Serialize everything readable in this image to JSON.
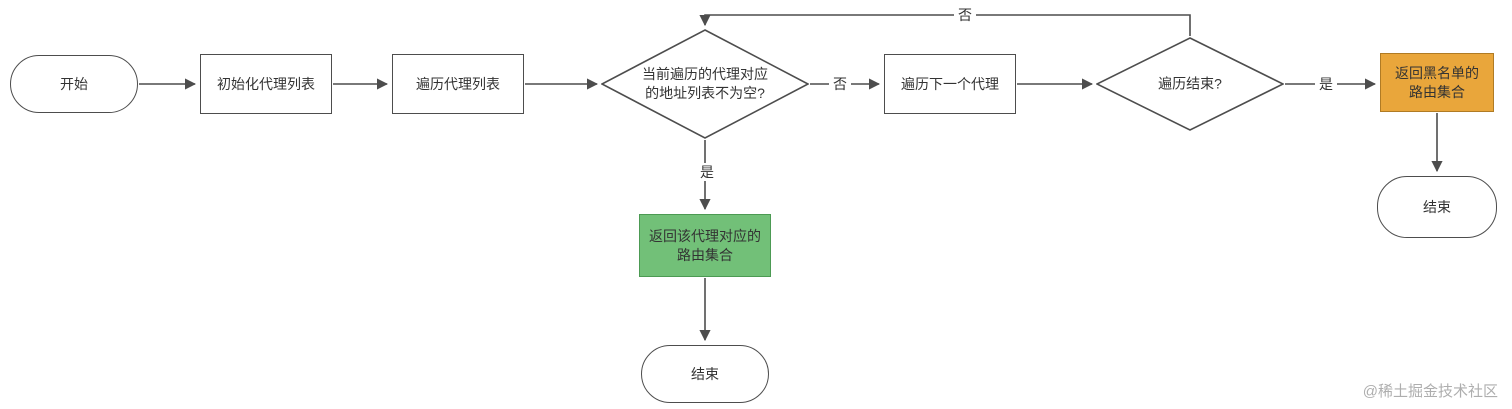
{
  "flowchart": {
    "nodes": {
      "start": "开始",
      "init_proxy_list": "初始化代理列表",
      "iterate_proxy_list": "遍历代理列表",
      "address_list_not_empty": "当前遍历的代理对应的地址列表不为空?",
      "iterate_next_proxy": "遍历下一个代理",
      "iteration_finished": "遍历结束?",
      "return_blacklist_routes": "返回黑名单的路由集合",
      "end_right": "结束",
      "return_proxy_routes": "返回该代理对应的路由集合",
      "end_bottom": "结束"
    },
    "edge_labels": {
      "not_empty_no": "否",
      "not_empty_yes": "是",
      "finished_no": "否",
      "finished_yes": "是"
    },
    "colors": {
      "line": "#4d4d4d",
      "node_border": "#4d4d4d",
      "green_fill": "#72c078",
      "green_border": "#4c9a53",
      "orange_fill": "#e9a63b",
      "orange_border": "#b07b24"
    }
  },
  "watermark": "@稀土掘金技术社区"
}
